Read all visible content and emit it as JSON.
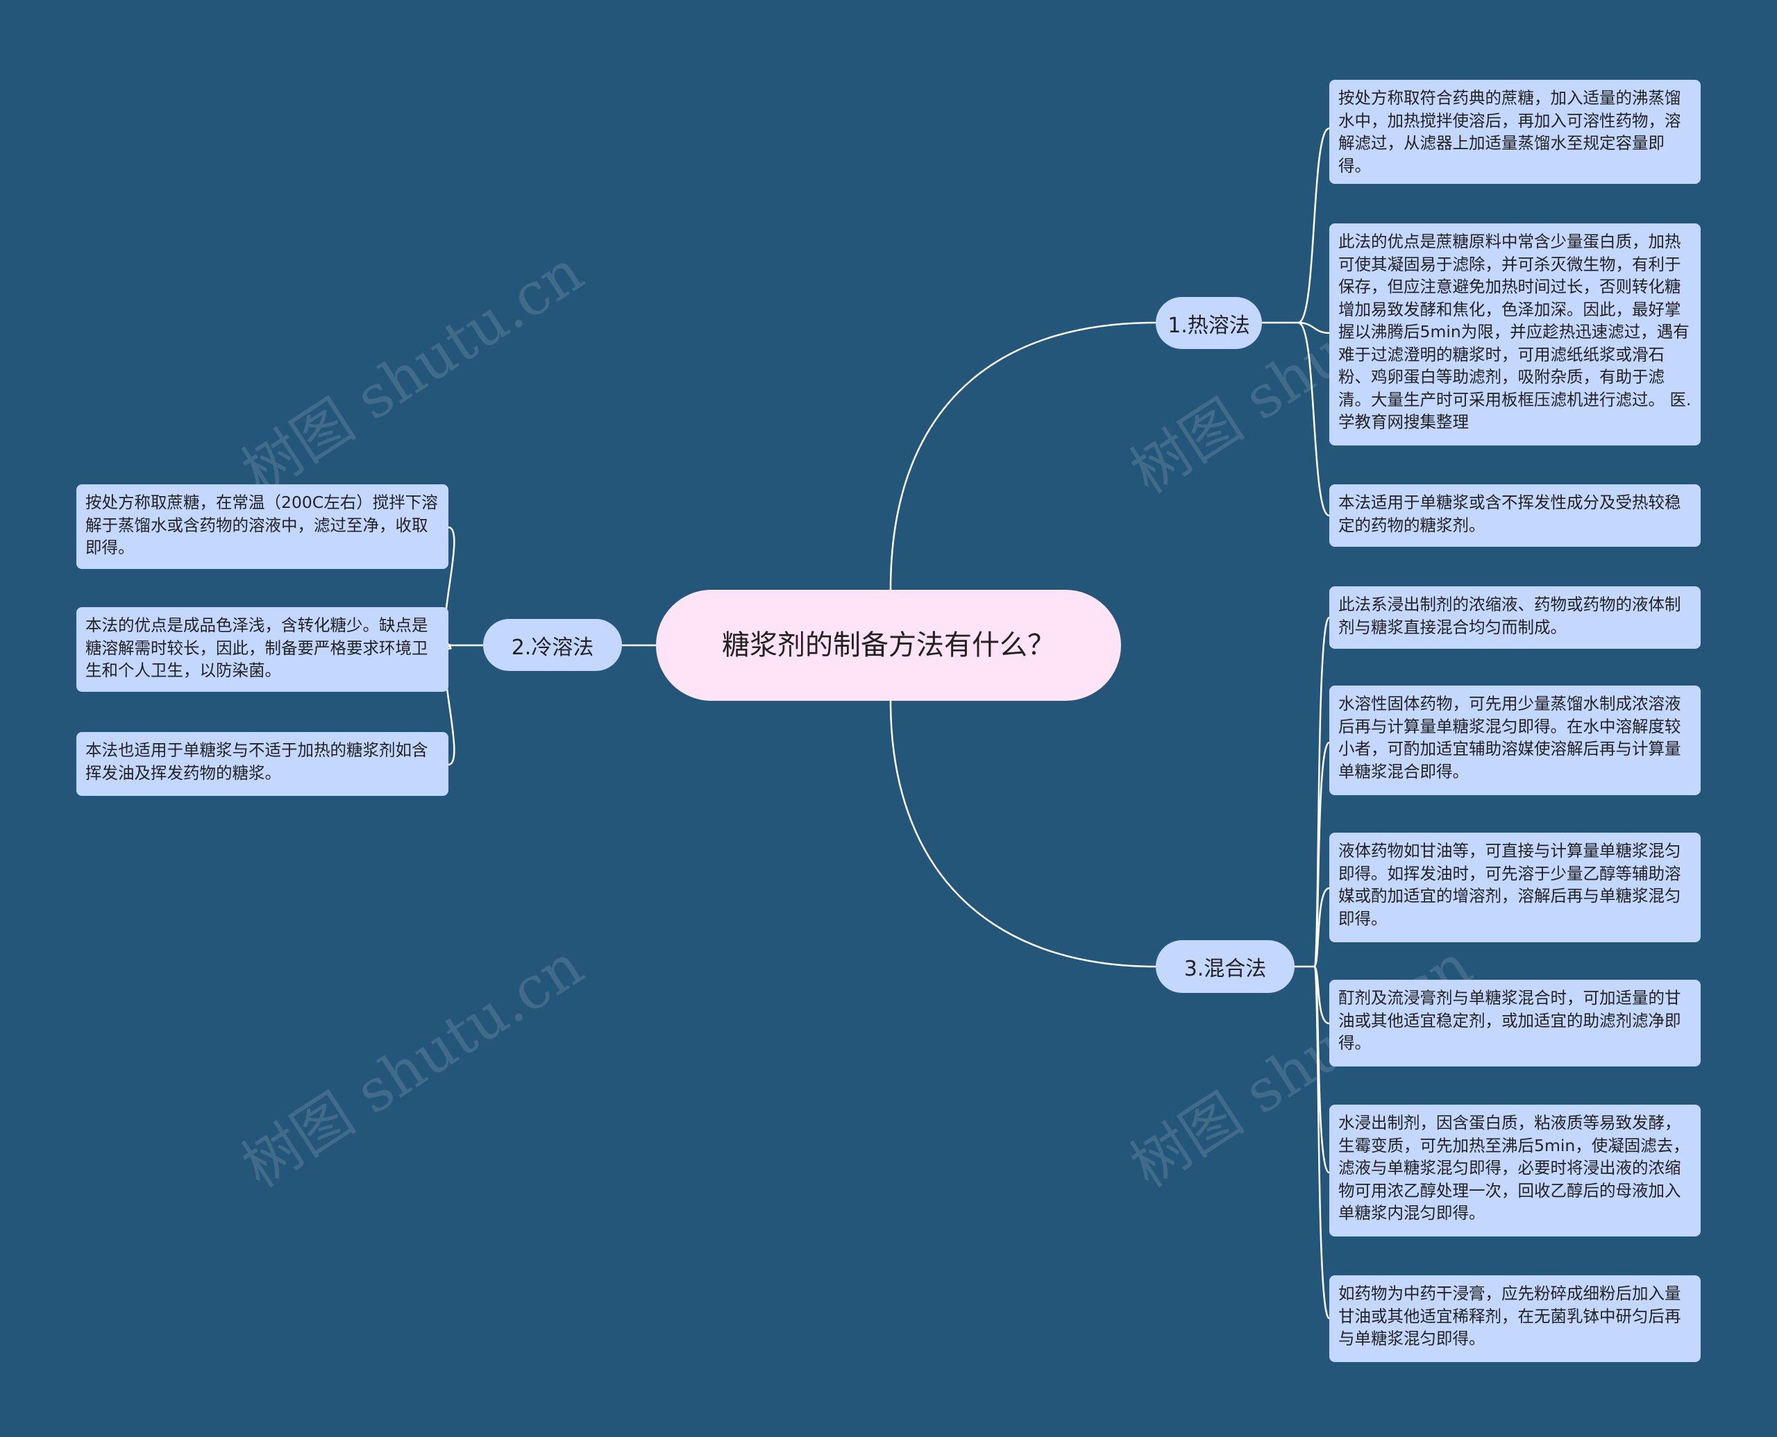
{
  "root": {
    "title": "糖浆剂的制备方法有什么？"
  },
  "branches": {
    "hot": {
      "label": "1.热溶法"
    },
    "cold": {
      "label": "2.冷溶法"
    },
    "mix": {
      "label": "3.混合法"
    }
  },
  "leaves": {
    "hot": [
      "按处方称取符合药典的蔗糖，加入适量的沸蒸馏水中，加热搅拌使溶后，再加入可溶性药物，溶解滤过，从滤器上加适量蒸馏水至规定容量即得。",
      "此法的优点是蔗糖原料中常含少量蛋白质，加热可使其凝固易于滤除，并可杀灭微生物，有利于保存，但应注意避免加热时间过长，否则转化糖增加易致发酵和焦化，色泽加深。因此，最好掌握以沸腾后5min为限，并应趁热迅速滤过，遇有难于过滤澄明的糖浆时，可用滤纸纸浆或滑石粉、鸡卵蛋白等助滤剂，吸附杂质，有助于滤清。大量生产时可采用板框压滤机进行滤过。 医.学教育网搜集整理",
      "本法适用于单糖浆或含不挥发性成分及受热较稳定的药物的糖浆剂。"
    ],
    "cold": [
      "按处方称取蔗糖，在常温（200C左右）搅拌下溶解于蒸馏水或含药物的溶液中，滤过至净，收取即得。",
      "本法的优点是成品色泽浅，含转化糖少。缺点是糖溶解需时较长，因此，制备要严格要求环境卫生和个人卫生，以防染菌。",
      "本法也适用于单糖浆与不适于加热的糖浆剂如含挥发油及挥发药物的糖浆。"
    ],
    "mix": [
      "此法系浸出制剂的浓缩液、药物或药物的液体制剂与糖浆直接混合均匀而制成。",
      "水溶性固体药物，可先用少量蒸馏水制成浓溶液后再与计算量单糖浆混匀即得。在水中溶解度较小者，可酌加适宜辅助溶媒使溶解后再与计算量单糖浆混合即得。",
      "液体药物如甘油等，可直接与计算量单糖浆混匀即得。如挥发油时，可先溶于少量乙醇等辅助溶媒或酌加适宜的增溶剂，溶解后再与单糖浆混匀即得。",
      "酊剂及流浸膏剂与单糖浆混合时，可加适量的甘油或其他适宜稳定剂，或加适宜的助滤剂滤净即得。",
      "水浸出制剂，因含蛋白质，粘液质等易致发酵，生霉变质，可先加热至沸后5min，使凝固滤去，滤液与单糖浆混匀即得，必要时将浸出液的浓缩物可用浓乙醇处理一次，回收乙醇后的母液加入单糖浆内混匀即得。",
      "如药物为中药干浸膏，应先粉碎成细粉后加入量甘油或其他适宜稀释剂，在无菌乳钵中研匀后再与单糖浆混匀即得。"
    ]
  },
  "watermark": "树图 shutu.cn",
  "colors": {
    "background": "#245679",
    "root_fill": "#ffe4f7",
    "node_fill": "#c4d8ff",
    "connector": "#ffffff"
  }
}
